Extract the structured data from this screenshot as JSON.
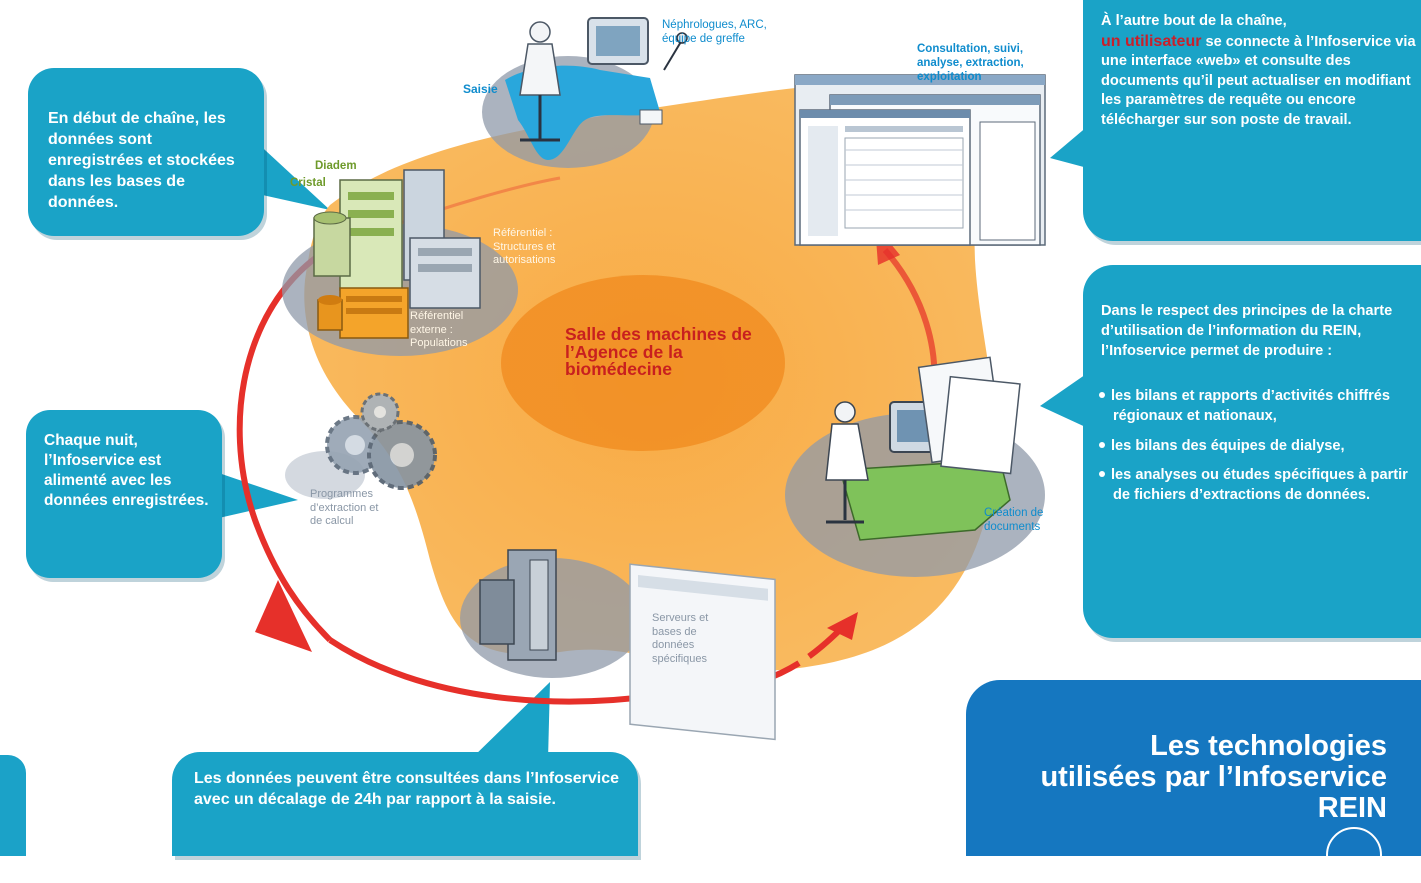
{
  "bubbles": {
    "top_left": "En début de chaîne, les données sont enregistrées et stockées dans les bases de données.",
    "middle_left": "Chaque nuit, l’Infoservice est alimenté avec les données enregistrées.",
    "bottom": "Les données peuvent être consultées dans l’Infoservice avec un décalage de 24h par rapport à la saisie.",
    "top_right": {
      "line1": "À l’autre bout de la chaîne,",
      "accent": "un utilisateur",
      "rest": " se connecte à l’Infoservice via une interface «web» et consulte des documents qu’il peut actualiser en modifiant les paramètres de requête ou encore télécharger sur son poste de travail."
    },
    "middle_right": {
      "intro": "Dans le respect des principes de la charte d’utilisation de l’information du REIN, l’Infoservice permet de produire :",
      "items": [
        "les bilans et rapports d’activités chiffrés régionaux et nationaux,",
        "les bilans des équipes de dialyse,",
        "les analyses ou études spécifiques à partir de fichiers d’extractions de données."
      ]
    }
  },
  "tech_box": {
    "title": "Les technologies utilisées par l’Infoservice REIN"
  },
  "labels": {
    "nephrologues": "Néphrologues, ARC, équipe de greffe",
    "saisie": "Saisie",
    "consultation": "Consultation, suivi, analyse, extraction, exploitation",
    "diadem": "Diadem",
    "cristal": "Cristal",
    "referentiel": "Référentiel : Structures et autorisations",
    "referentiel_externe": "Référentiel externe : Populations",
    "salle": "Salle des machines de l’Agence de la biomédecine",
    "programmes": "Programmes d’extraction et de calcul",
    "creation": "Création de documents",
    "serveurs": "Serveurs et bases de données spécifiques"
  },
  "colors": {
    "bubble": "#1aa3c7",
    "tech_box": "#1577c0",
    "arrow": "#e6302a",
    "blob": "#f6a12e",
    "center": "#f08a1e",
    "accent_text": "#c8202b"
  }
}
